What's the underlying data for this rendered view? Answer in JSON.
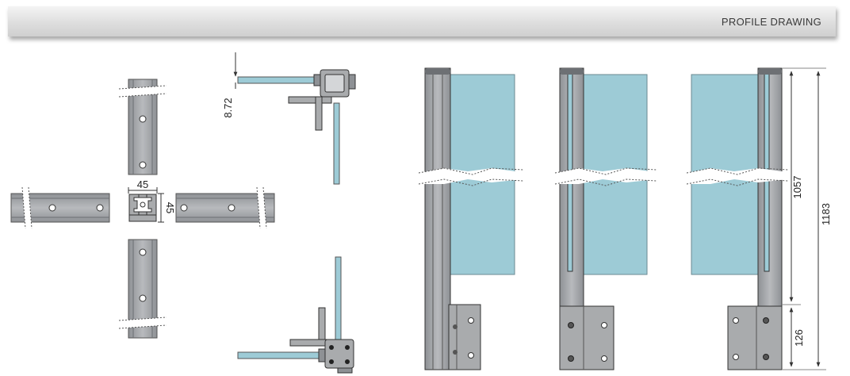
{
  "header": {
    "title": "PROFILE DRAWING"
  },
  "dimensions": {
    "profile_width": "45",
    "profile_height": "45",
    "glass_offset": "8.72",
    "glass_height": "1057",
    "total_height": "1183",
    "base_height": "126"
  },
  "colors": {
    "profile": "#a9abad",
    "profile_dark": "#7d8084",
    "glass": "#9dcbd6",
    "line": "#333333"
  }
}
